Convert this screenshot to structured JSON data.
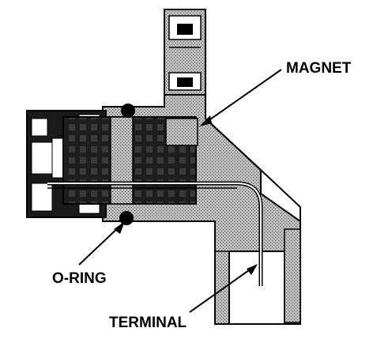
{
  "labels": {
    "magnet": "MAGNET",
    "o_ring": "O-RING",
    "terminal": "TERMINAL"
  },
  "colors": {
    "ink": "#000000",
    "shaded_body": "#9a9a9a",
    "light_body": "#c8c8c8",
    "core_dark": "#2a2a2a",
    "background": "#ffffff"
  }
}
